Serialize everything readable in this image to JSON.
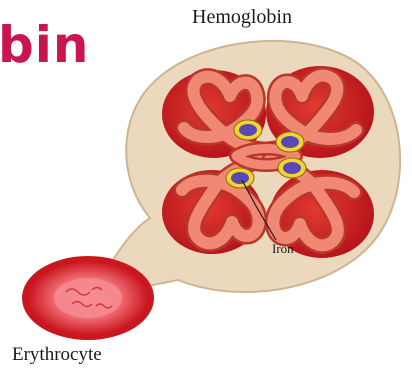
{
  "heading": {
    "text": "bin",
    "color": "#c8174f"
  },
  "labels": {
    "protein": "Hemoglobin",
    "metal": "Iron",
    "cell": "Erythrocyte"
  },
  "colors": {
    "callout_fill": "#ecd9bd",
    "callout_stroke": "#cdb593",
    "subunit_dark": "#c4161c",
    "chain_fill": "#f08873",
    "chain_stroke": "#b8372d",
    "heme_ring": "#f2d330",
    "heme_core": "#5a48b7",
    "cell_outer": "#d6242d",
    "cell_inner": "#f2727a"
  }
}
